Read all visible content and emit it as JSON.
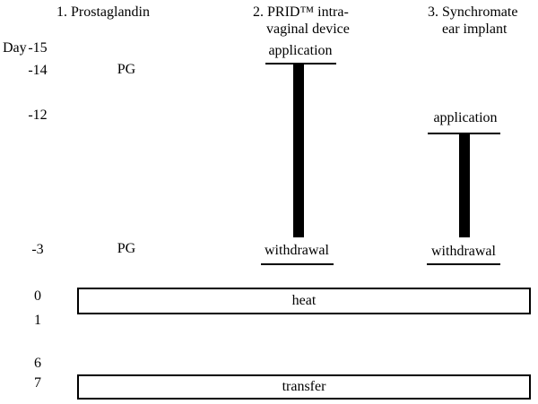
{
  "diagram": {
    "day_axis": {
      "prefix": "Day",
      "days": {
        "m15": "-15",
        "m14": "-14",
        "m12": "-12",
        "m3": "-3",
        "p0": "0",
        "p1": "1",
        "p6": "6",
        "p7": "7"
      }
    },
    "treatments": {
      "prostaglandin": {
        "heading": "1. Prostaglandin",
        "pg_day_minus14": "PG",
        "pg_day_minus3": "PG"
      },
      "prid": {
        "heading_line1": "2. PRID™ intra-",
        "heading_line2": "vaginal device",
        "application": "application",
        "withdrawal": "withdrawal"
      },
      "synchromate": {
        "heading_line1": "3. Synchromate",
        "heading_line2": "ear implant",
        "application": "application",
        "withdrawal": "withdrawal"
      }
    },
    "events": {
      "heat": "heat",
      "transfer": "transfer"
    },
    "colors": {
      "bar": "#000000",
      "text": "#000000",
      "background": "#ffffff",
      "box_border": "#000000"
    }
  }
}
